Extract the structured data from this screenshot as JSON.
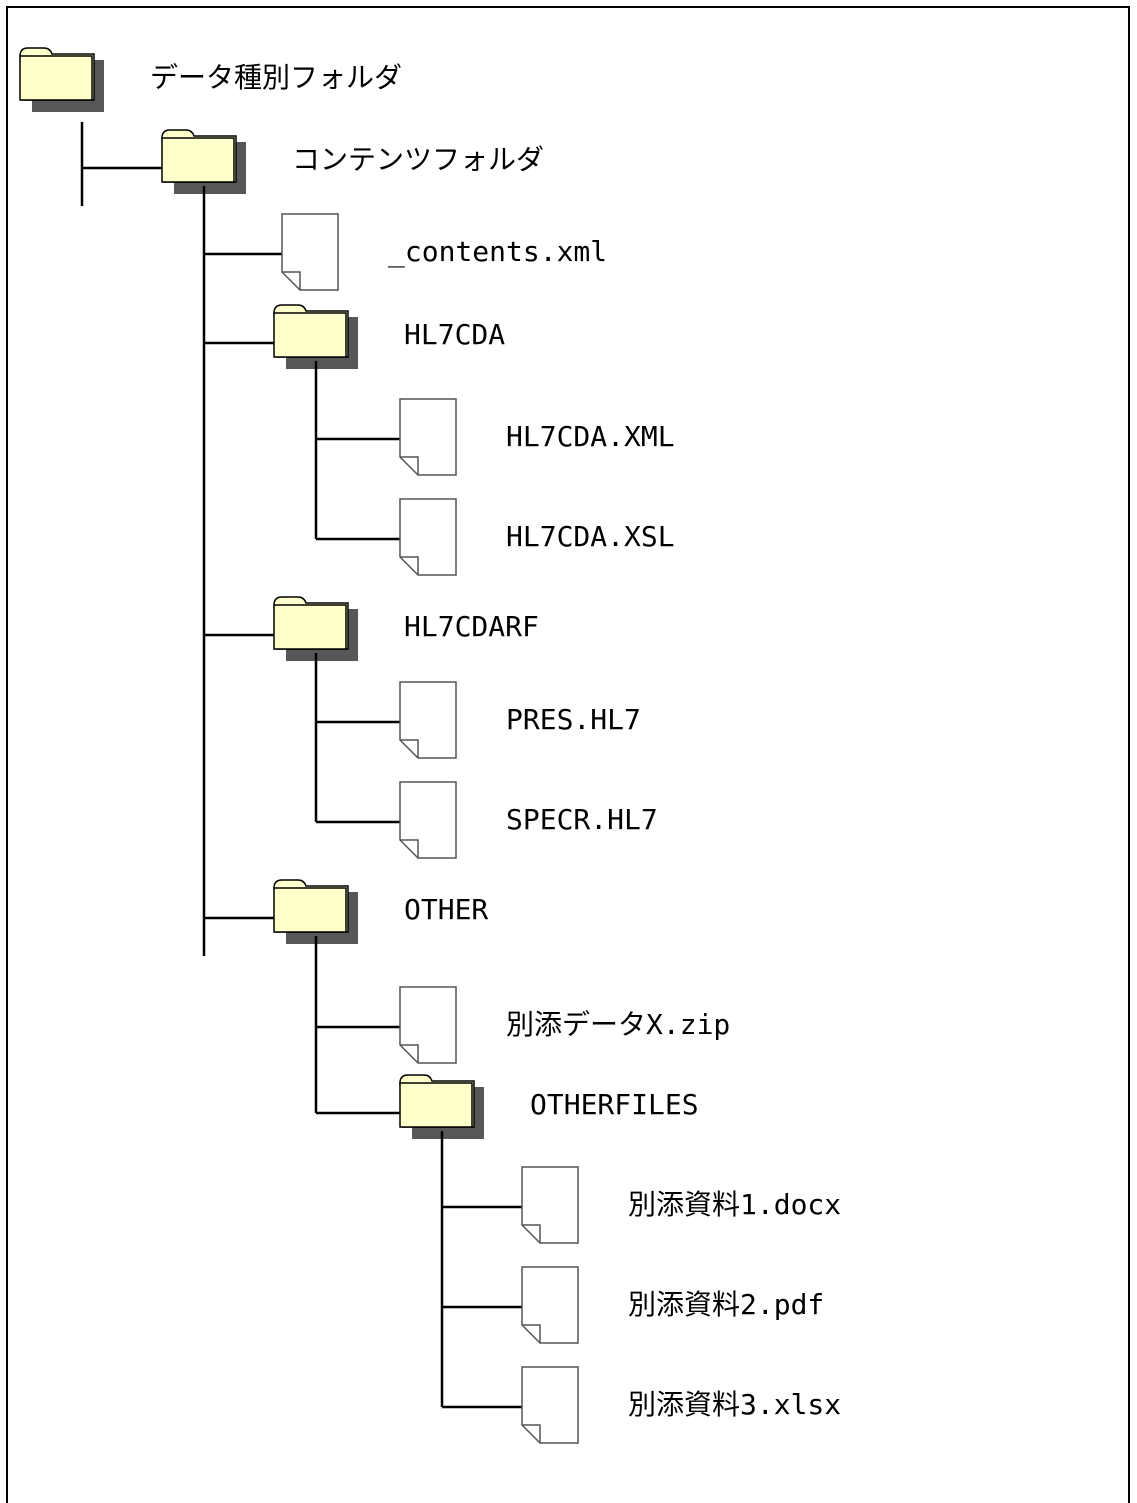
{
  "tree": {
    "label": "データ種別フォルダ",
    "type": "folder",
    "children": [
      {
        "label": "コンテンツフォルダ",
        "type": "folder",
        "children": [
          {
            "label": "_contents.xml",
            "type": "file"
          },
          {
            "label": "HL7CDA",
            "type": "folder",
            "children": [
              {
                "label": "HL7CDA.XML",
                "type": "file"
              },
              {
                "label": "HL7CDA.XSL",
                "type": "file"
              }
            ]
          },
          {
            "label": "HL7CDARF",
            "type": "folder",
            "children": [
              {
                "label": "PRES.HL7",
                "type": "file"
              },
              {
                "label": "SPECR.HL7",
                "type": "file"
              }
            ]
          },
          {
            "label": "OTHER",
            "type": "folder",
            "children": [
              {
                "label": "別添データX.zip",
                "type": "file"
              },
              {
                "label": "OTHERFILES",
                "type": "folder",
                "children": [
                  {
                    "label": "別添資料1.docx",
                    "type": "file"
                  },
                  {
                    "label": "別添資料2.pdf",
                    "type": "file"
                  },
                  {
                    "label": "別添資料3.xlsx",
                    "type": "file"
                  }
                ]
              }
            ]
          }
        ]
      }
    ]
  },
  "colors": {
    "folder_fill": "#ffffcc",
    "folder_stroke": "#000000",
    "shadow": "#3a3a3a",
    "file_fill": "#ffffff",
    "file_stroke": "#555555",
    "connector": "#000000"
  }
}
